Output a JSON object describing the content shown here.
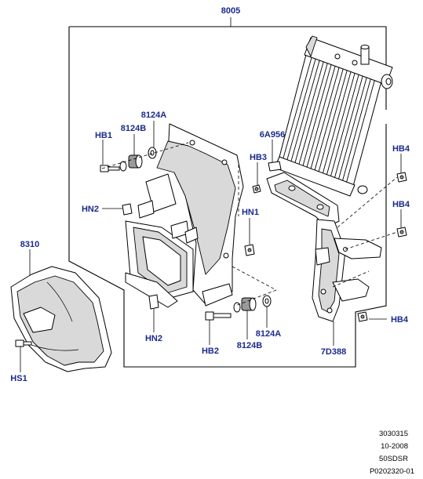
{
  "callouts": {
    "assembly": "8005",
    "hb1": "HB1",
    "c8124b_top": "8124B",
    "c8124a_top": "8124A",
    "c6a956": "6A956",
    "hb3": "HB3",
    "hb4_upper": "HB4",
    "hb4_middle": "HB4",
    "hb4_lower": "HB4",
    "hn2_left": "HN2",
    "hn1": "HN1",
    "c8310": "8310",
    "hn2_bottom": "HN2",
    "hb2": "HB2",
    "c8124b_bottom": "8124B",
    "c8124a_bottom": "8124A",
    "c7d388": "7D388",
    "hs1": "HS1"
  },
  "reference": {
    "line1": "3030315",
    "line2": "10-2008",
    "line3": "50SDSR",
    "line4": "P0202320-01"
  }
}
